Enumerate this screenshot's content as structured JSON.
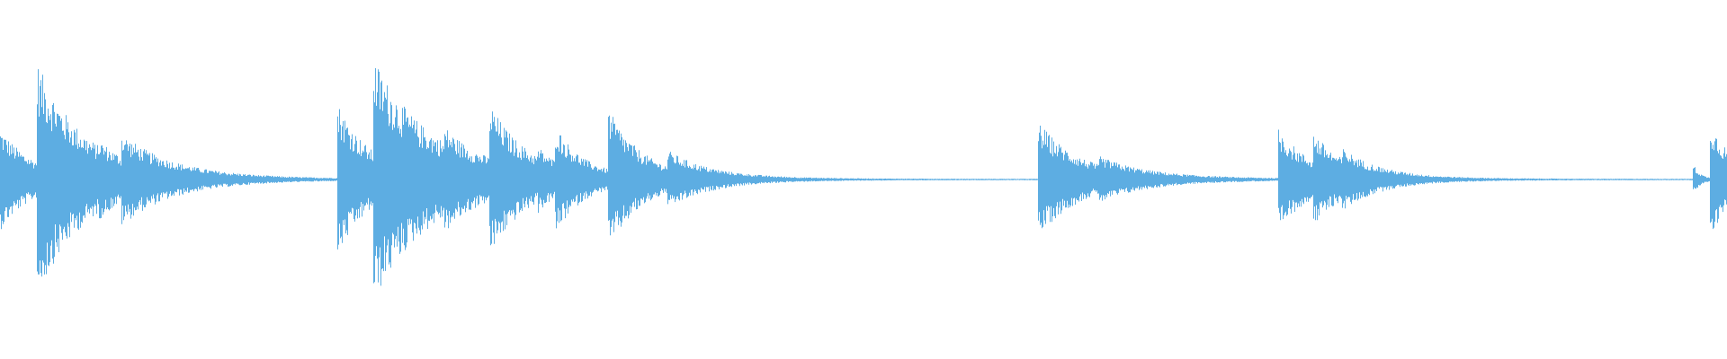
{
  "waveform": {
    "color": "#5dade2",
    "background": "#ffffff",
    "baseline_amplitude": 0.004,
    "note_onsets": [
      {
        "time": 0.0,
        "peak": 0.28,
        "decay": 0.02
      },
      {
        "time": 0.021,
        "peak": 0.56,
        "decay": 0.03
      },
      {
        "time": 0.07,
        "peak": 0.13,
        "decay": 0.035
      },
      {
        "time": 0.057,
        "peak": 0.04,
        "decay": 0.01
      },
      {
        "time": 0.195,
        "peak": 0.43,
        "decay": 0.02
      },
      {
        "time": 0.216,
        "peak": 0.53,
        "decay": 0.04
      },
      {
        "time": 0.257,
        "peak": 0.09,
        "decay": 0.015
      },
      {
        "time": 0.283,
        "peak": 0.31,
        "decay": 0.02
      },
      {
        "time": 0.311,
        "peak": 0.06,
        "decay": 0.008
      },
      {
        "time": 0.321,
        "peak": 0.21,
        "decay": 0.015
      },
      {
        "time": 0.352,
        "peak": 0.34,
        "decay": 0.02
      },
      {
        "time": 0.386,
        "peak": 0.09,
        "decay": 0.03
      },
      {
        "time": 0.601,
        "peak": 0.32,
        "decay": 0.025
      },
      {
        "time": 0.636,
        "peak": 0.05,
        "decay": 0.04
      },
      {
        "time": 0.74,
        "peak": 0.28,
        "decay": 0.02
      },
      {
        "time": 0.76,
        "peak": 0.16,
        "decay": 0.02
      },
      {
        "time": 0.777,
        "peak": 0.06,
        "decay": 0.03
      },
      {
        "time": 0.98,
        "peak": 0.09,
        "decay": 0.004
      },
      {
        "time": 0.99,
        "peak": 0.32,
        "decay": 0.015
      }
    ]
  }
}
